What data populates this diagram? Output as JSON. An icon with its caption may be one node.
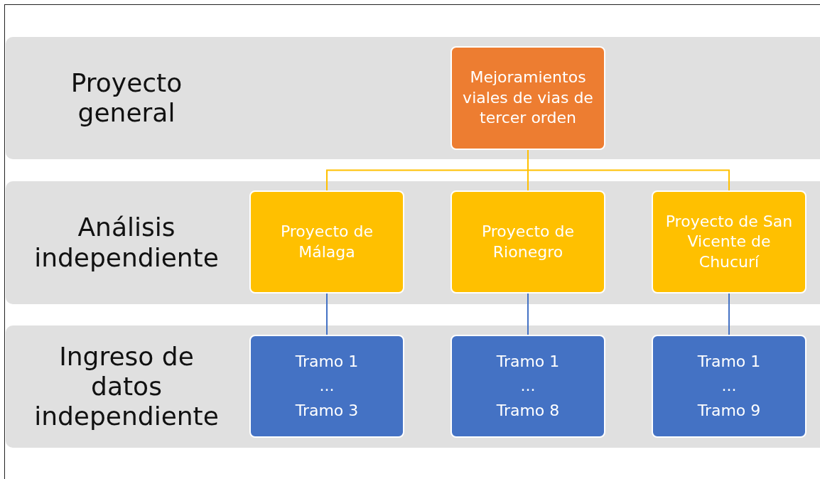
{
  "diagram": {
    "nodes": [
      {
        "text": [
          "Proyecto general"
        ]
      },
      {
        "text": [
          "Mejoramientos viales de vias de tercer orden"
        ],
        "in": 0
      },
      {
        "text": [
          "Análisis independiente"
        ]
      },
      {
        "text": [
          "Proyecto de Málaga"
        ],
        "in": 2
      },
      {
        "text": [
          "Proyecto de Rionegro"
        ],
        "in": 2
      },
      {
        "text": [
          "Proyecto de San Vicente de Chucurí"
        ],
        "in": 2
      },
      {
        "text": [
          "Ingreso de datos independiente"
        ]
      },
      {
        "text": [
          "Tramo 1",
          "...",
          "Tramo 3"
        ],
        "in": 6
      },
      {
        "text": [
          "Tramo 1",
          "...",
          "Tramo 8"
        ],
        "in": 6
      },
      {
        "text": [
          "Tramo 1",
          "...",
          "Tramo 9"
        ],
        "in": 6
      }
    ],
    "edges": [
      {
        "from": 1,
        "to": 3,
        "arrow": "none",
        "color": "#ffc000"
      },
      {
        "from": 1,
        "to": 4,
        "arrow": "none",
        "color": "#ffc000"
      },
      {
        "from": 1,
        "to": 5,
        "arrow": "none",
        "color": "#ffc000"
      },
      {
        "from": 3,
        "to": 7,
        "arrow": "none",
        "color": "#4472c4"
      },
      {
        "from": 4,
        "to": 8,
        "arrow": "none",
        "color": "#4472c4"
      },
      {
        "from": 5,
        "to": 9,
        "arrow": "none",
        "color": "#4472c4"
      }
    ]
  }
}
